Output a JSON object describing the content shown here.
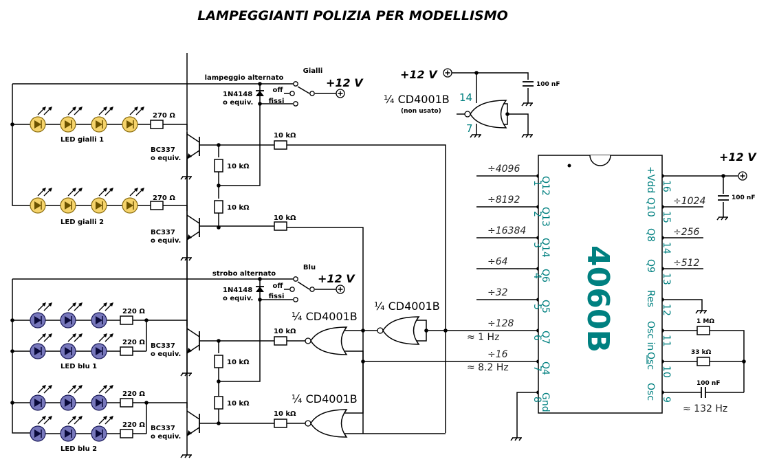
{
  "title": "LAMPEGGIANTI POLIZIA PER MODELLISMO",
  "supply_label": "+12 V",
  "colors": {
    "led_yellow": "#f5d36a",
    "led_blue": "#7777bb",
    "ic_label": "#008080"
  },
  "yellow_section": {
    "switch_group": "Gialli",
    "switch_positions": [
      "lampeggio alternato",
      "off",
      "fissi"
    ],
    "diode": "1N4148",
    "diode_note": "o equiv.",
    "led_strings": [
      {
        "label": "LED gialli 1",
        "count": 4,
        "resistor": "270 Ω"
      },
      {
        "label": "LED gialli 2",
        "count": 4,
        "resistor": "270 Ω"
      }
    ],
    "transistor": "BC337",
    "transistor_note": "o equiv.",
    "base_resistor": "10 kΩ",
    "divider_resistor": "10 kΩ"
  },
  "blue_section": {
    "switch_group": "Blu",
    "switch_positions": [
      "strobo alternato",
      "off",
      "fissi"
    ],
    "diode": "1N4148",
    "diode_note": "o equiv.",
    "led_strings": [
      {
        "label": "LED blu 1",
        "count": 3,
        "resistor": "220 Ω",
        "parallel": 2
      },
      {
        "label": "LED blu 2",
        "count": 3,
        "resistor": "220 Ω",
        "parallel": 2
      }
    ],
    "transistor": "BC337",
    "transistor_note": "o equiv.",
    "base_resistor": "10 kΩ",
    "divider_resistor": "10 kΩ"
  },
  "gates": {
    "label": "¼ CD4001B",
    "unused_note": "(non usato)",
    "unused_pin_vdd": "14",
    "unused_pin_gnd": "7",
    "decoupling_cap": "100 nF"
  },
  "ic": {
    "name": "4060B",
    "left_pins": [
      {
        "num": "1",
        "name": "Q12",
        "div": "÷4096"
      },
      {
        "num": "2",
        "name": "Q13",
        "div": "÷8192"
      },
      {
        "num": "3",
        "name": "Q14",
        "div": "÷16384"
      },
      {
        "num": "4",
        "name": "Q6",
        "div": "÷64"
      },
      {
        "num": "5",
        "name": "Q5",
        "div": "÷32"
      },
      {
        "num": "6",
        "name": "Q7",
        "div": "÷128",
        "freq": "≈ 1 Hz"
      },
      {
        "num": "7",
        "name": "Q4",
        "div": "÷16",
        "freq": "≈ 8.2 Hz"
      },
      {
        "num": "8",
        "name": "Gnd"
      }
    ],
    "right_pins": [
      {
        "num": "16",
        "name": "+Vdd"
      },
      {
        "num": "15",
        "name": "Q10",
        "div": "÷1024"
      },
      {
        "num": "14",
        "name": "Q8",
        "div": "÷256"
      },
      {
        "num": "13",
        "name": "Q9",
        "div": "÷512"
      },
      {
        "num": "12",
        "name": "Res"
      },
      {
        "num": "11",
        "name": "Osc in"
      },
      {
        "num": "10",
        "name": "Osc"
      },
      {
        "num": "9",
        "name": "Osc"
      }
    ],
    "decoupling_cap": "100 nF",
    "osc_r1": "1 MΩ",
    "osc_r2": "33 kΩ",
    "osc_cap": "100 nF",
    "osc_freq": "≈ 132 Hz"
  }
}
